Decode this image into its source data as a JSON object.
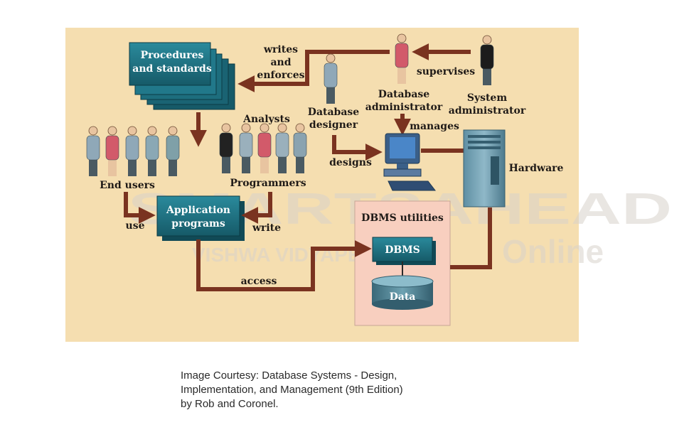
{
  "diagram": {
    "procedures_box": [
      "Procedures",
      "and standards"
    ],
    "writes_enforces": [
      "writes",
      "and",
      "enforces"
    ],
    "supervises": "supervises",
    "dba": [
      "Database",
      "administrator"
    ],
    "sysadmin": [
      "System",
      "administrator"
    ],
    "analysts": "Analysts",
    "designer": [
      "Database",
      "designer"
    ],
    "manages": "manages",
    "end_users": "End users",
    "programmers": "Programmers",
    "designs": "designs",
    "hardware": "Hardware",
    "dbms_utilities": "DBMS utilities",
    "app_programs": [
      "Application",
      "programs"
    ],
    "use": "use",
    "write": "write",
    "dbms": "DBMS",
    "data": "Data",
    "access": "access"
  },
  "watermark": {
    "brand": "SMARTSAHEAD",
    "online": "Online",
    "institution": "VISHWA VIDYAPEETHAM"
  },
  "caption": [
    "Image Courtesy: Database Systems - Design,",
    "Implementation, and Management (9th Edition)",
    "by Rob and Coronel."
  ],
  "colors": {
    "panel": "#f5deb0",
    "box_teal": "#1d6d7d",
    "arrow": "#7a3320",
    "dbms_panel": "#f8cfbf"
  }
}
